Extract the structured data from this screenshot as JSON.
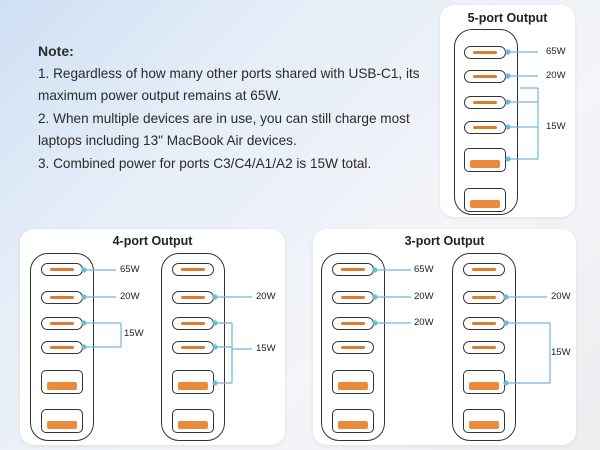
{
  "note": {
    "title": "Note:",
    "lines": [
      "1. Regardless of how many other ports shared with USB-C1, its maximum power output remains at 65W.",
      "2. When multiple devices are in use, you can still charge most laptops including 13\" MacBook Air devices.",
      "3. Combined power for ports C3/C4/A1/A2 is 15W total."
    ]
  },
  "panels": {
    "five_port": {
      "title": "5-port Output",
      "labels": [
        "65W",
        "20W",
        "15W"
      ]
    },
    "four_port": {
      "title": "4-port Output",
      "left_labels": [
        "65W",
        "20W",
        "15W"
      ],
      "right_labels": [
        "20W",
        "15W"
      ]
    },
    "three_port": {
      "title": "3-port Output",
      "left_labels": [
        "65W",
        "20W",
        "20W"
      ],
      "right_labels": [
        "20W",
        "15W"
      ]
    }
  },
  "colors": {
    "port_accent": "#e07a2c",
    "connector_line": "#6fb8da",
    "outline": "#333333"
  },
  "icons": {
    "usb_c_port": "usb-c-port-icon",
    "usb_a_port": "usb-a-port-icon"
  }
}
